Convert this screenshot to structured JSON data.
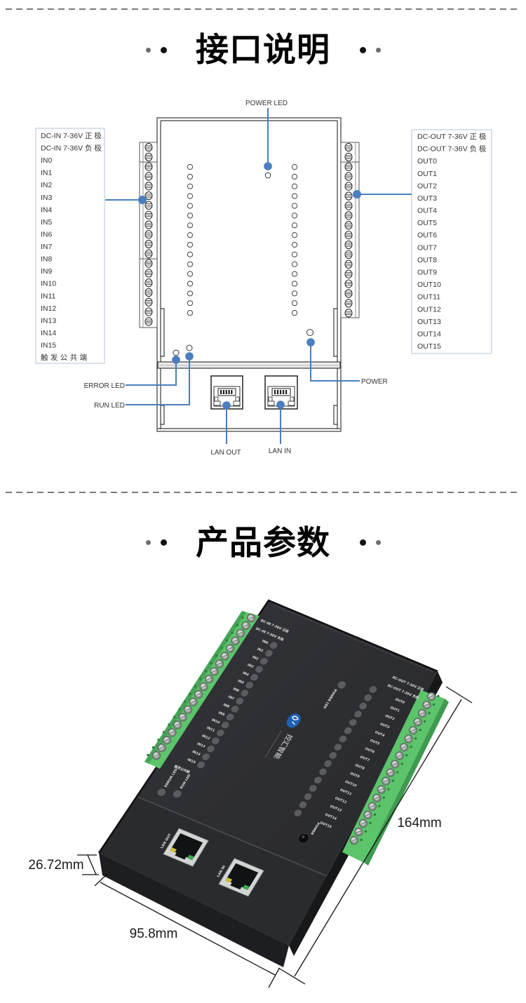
{
  "sections": {
    "interface": {
      "title": "接口说明",
      "input_labels": [
        "DC-IN 7-36V 正 极",
        "DC-IN 7-36V 负 极",
        "IN0",
        "IN1",
        "IN2",
        "IN3",
        "IN4",
        "IN5",
        "IN6",
        "IN7",
        "IN8",
        "IN9",
        "IN10",
        "IN11",
        "IN12",
        "IN13",
        "IN14",
        "IN15",
        "触发公共端"
      ],
      "output_labels": [
        "DC-OUT 7-36V 正 极",
        "DC-OUT 7-36V 负 极",
        "OUT0",
        "OUT1",
        "OUT2",
        "OUT3",
        "OUT4",
        "OUT5",
        "OUT6",
        "OUT7",
        "OUT8",
        "OUT9",
        "OUT10",
        "OUT11",
        "OUT12",
        "OUT13",
        "OUT14",
        "OUT15"
      ],
      "callouts": {
        "power_led": "POWER LED",
        "error_led": "ERROR LED",
        "run_led": "RUN LED",
        "power": "POWER",
        "lan_out": "LAN OUT",
        "lan_in": "LAN IN"
      }
    },
    "parameters": {
      "title": "产品参数",
      "dimensions": {
        "height": "26.72mm",
        "width": "95.8mm",
        "length": "164mm"
      },
      "device_photo": {
        "brand": "控汇智能",
        "silkscreen": {
          "dc_in_pos": "DC-IN 7-36V 正极",
          "dc_in_neg": "DC-IN 7-36V 负极",
          "inputs": [
            "IN0",
            "IN1",
            "IN2",
            "IN3",
            "IN4",
            "IN5",
            "IN6",
            "IN7",
            "IN8",
            "IN9",
            "IN10",
            "IN11",
            "IN12",
            "IN13",
            "IN14",
            "IN15"
          ],
          "common": "触发公共端",
          "error_led": "ERROR LED",
          "run_led": "RUN LED",
          "power_led": "POWER LED",
          "dc_out_pos": "DC-OUT 7-36V 正极",
          "dc_out_neg": "DC-OUT 7-36V 负极",
          "outputs": [
            "OUT0",
            "OUT1",
            "OUT2",
            "OUT3",
            "OUT4",
            "OUT5",
            "OUT6",
            "OUT7",
            "OUT8",
            "OUT9",
            "OUT10",
            "OUT11",
            "OUT12",
            "OUT13",
            "OUT14",
            "OUT15"
          ],
          "power": "POWER",
          "lan_out": "LAN OUT",
          "lan_in": "LAN IN"
        }
      }
    }
  },
  "colors": {
    "accent": "#4a7ebf",
    "terminal_green": "#5cc46a",
    "device_body": "#2c2d30",
    "led_gray": "#5b5c60",
    "dashed_line": "#7b7b7b"
  }
}
